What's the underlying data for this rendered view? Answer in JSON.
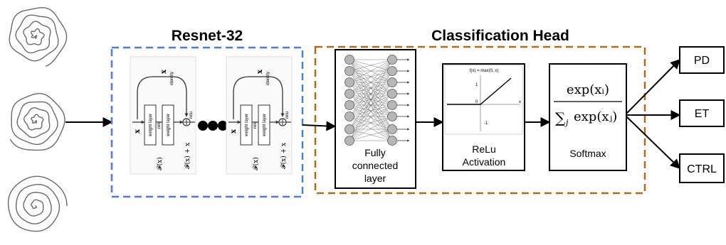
{
  "sections": {
    "resnet_title": "Resnet-32",
    "head_title": "Classification Head"
  },
  "resnet_block": {
    "identity_x": "x",
    "identity_label": "identity",
    "input_x": "x",
    "weight_layer": "weight layer",
    "relu": "relu",
    "fx": "𝓕(x)",
    "fx_plus_x": "𝓕(x) + x"
  },
  "head": {
    "fc_label": [
      "Fully",
      "connected",
      "layer"
    ],
    "relu_label": [
      "ReLu",
      "Activation"
    ],
    "relu_plot_title": "f(x) = max(0, x)",
    "relu_axis_x": "x",
    "relu_tick_1": "1",
    "relu_tick_neg1": "-1",
    "relu_tick_0": "0",
    "softmax_label": "Softmax",
    "softmax_num": "exp(xᵢ)",
    "softmax_sum": "∑",
    "softmax_sub": "j",
    "softmax_den": "exp(xⱼ)"
  },
  "outputs": [
    "PD",
    "ET",
    "CTRL"
  ],
  "colors": {
    "resnet_border": "#4a7fd4",
    "head_border": "#b06a1e",
    "node_fill": "#b7b7b7",
    "spiral": "#6a6a6a"
  }
}
